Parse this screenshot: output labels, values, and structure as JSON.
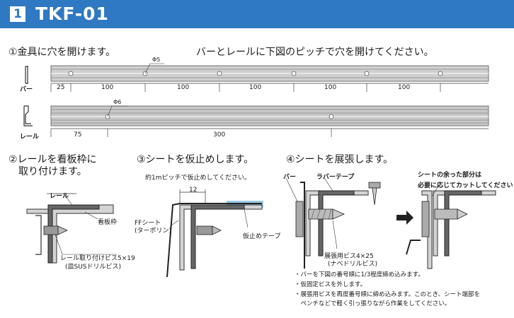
{
  "header": {
    "number": "1",
    "title": "TKF-01"
  },
  "step1": {
    "heading": "①金具に穴を開けます。",
    "instruction": "バーとレールに下図のピッチで穴を開けてください。",
    "bar_label": "バー",
    "rail_label": "レール",
    "bar_hole_dia": "Φ5",
    "rail_hole_dia": "Φ6",
    "bar_pitches": [
      "25",
      "100",
      "100",
      "100",
      "100",
      "100"
    ],
    "rail_pitches": [
      "75",
      "300"
    ]
  },
  "step2": {
    "heading_line1": "②レールを看板枠に",
    "heading_line2": "取り付けます。",
    "rail_label": "レール",
    "frame_label": "看板枠",
    "screw_line1": "レール取り付けビス5×19",
    "screw_line2": "(皿SUSドリルビス)"
  },
  "step3": {
    "heading": "③シートを仮止めします。",
    "pitch_note": "約1mピッチで仮止めしてください。",
    "dimension": "12",
    "sheet_line1": "FFシート",
    "sheet_line2": "(ターポリン)",
    "tape_label": "仮止めテープ"
  },
  "step4": {
    "heading": "④シートを展張します。",
    "bar_label": "バー",
    "rubber_tape_label": "ラバーテープ",
    "cut_note_line1": "シートの余った部分は",
    "cut_note_line2": "必要に応じてカットしてください",
    "screw_line1": "展張用ビス4×25",
    "screw_line2": "(ナベドリルビス)",
    "notes": [
      "・バーを下図の番号順に1/3程度締め込みます。",
      "・仮固定ビスを外します。",
      "・展張用ビスを再度番号順に締め込みます。このとき、シート端部を",
      "　ペンチなどで軽く引っ張りながら作業をしてください。"
    ]
  },
  "colors": {
    "header": "#2f79c2",
    "metal": "#c9c9c9",
    "tape": "#9ccbe8"
  }
}
